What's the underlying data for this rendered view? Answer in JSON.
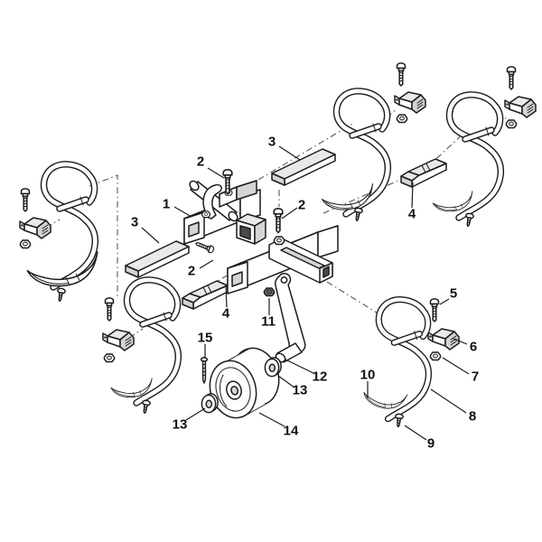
{
  "figure": {
    "kind": "exploded-parts-diagram",
    "background_color": "#ffffff",
    "line_color": "#1c1c1c",
    "dash_line_color": "#555555",
    "shade_light": "#e9e9e9",
    "shade_mid": "#d4d4d4",
    "shade_dark": "#4a4a4a"
  },
  "callouts": [
    {
      "part": "1"
    },
    {
      "part": "2"
    },
    {
      "part": "2"
    },
    {
      "part": "2"
    },
    {
      "part": "3"
    },
    {
      "part": "3"
    },
    {
      "part": "4"
    },
    {
      "part": "4"
    },
    {
      "part": "5"
    },
    {
      "part": "6"
    },
    {
      "part": "7"
    },
    {
      "part": "8"
    },
    {
      "part": "9"
    },
    {
      "part": "10"
    },
    {
      "part": "11"
    },
    {
      "part": "12"
    },
    {
      "part": "13"
    },
    {
      "part": "13"
    },
    {
      "part": "14"
    },
    {
      "part": "15"
    }
  ]
}
